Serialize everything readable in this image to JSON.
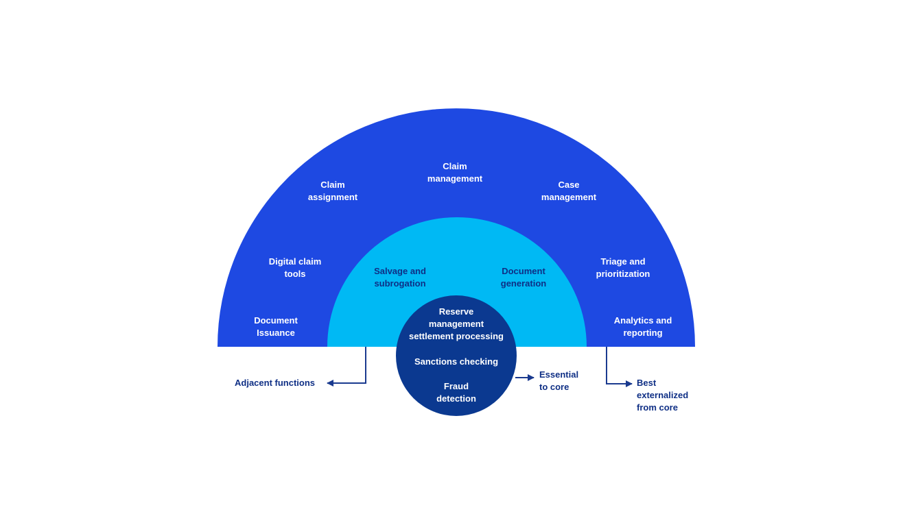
{
  "colors": {
    "outer_ring": "#1e49e2",
    "middle_ring": "#00b9f4",
    "core_circle": "#0b3990",
    "navy_text": "#0f2f85",
    "connector": "#1a3a8f"
  },
  "outer_ring": {
    "name": "Best externalized from core",
    "items": [
      {
        "label": "Claim\nmanagement"
      },
      {
        "label": "Claim\nassignment"
      },
      {
        "label": "Case\nmanagement"
      },
      {
        "label": "Digital claim\ntools"
      },
      {
        "label": "Triage and\nprioritization"
      },
      {
        "label": "Document\nIssuance"
      },
      {
        "label": "Analytics and\nreporting"
      }
    ]
  },
  "middle_ring": {
    "name": "Adjacent functions",
    "items": [
      {
        "label": "Salvage and\nsubrogation"
      },
      {
        "label": "Document\ngeneration"
      }
    ]
  },
  "core": {
    "name": "Essential to core",
    "items": [
      {
        "label": "Reserve\nmanagement\nsettlement processing"
      },
      {
        "label": "Sanctions checking"
      },
      {
        "label": "Fraud\ndetection"
      }
    ]
  },
  "legend": {
    "adjacent": "Adjacent functions",
    "essential": "Essential\nto core",
    "externalized": "Best\nexternalized\nfrom core"
  }
}
